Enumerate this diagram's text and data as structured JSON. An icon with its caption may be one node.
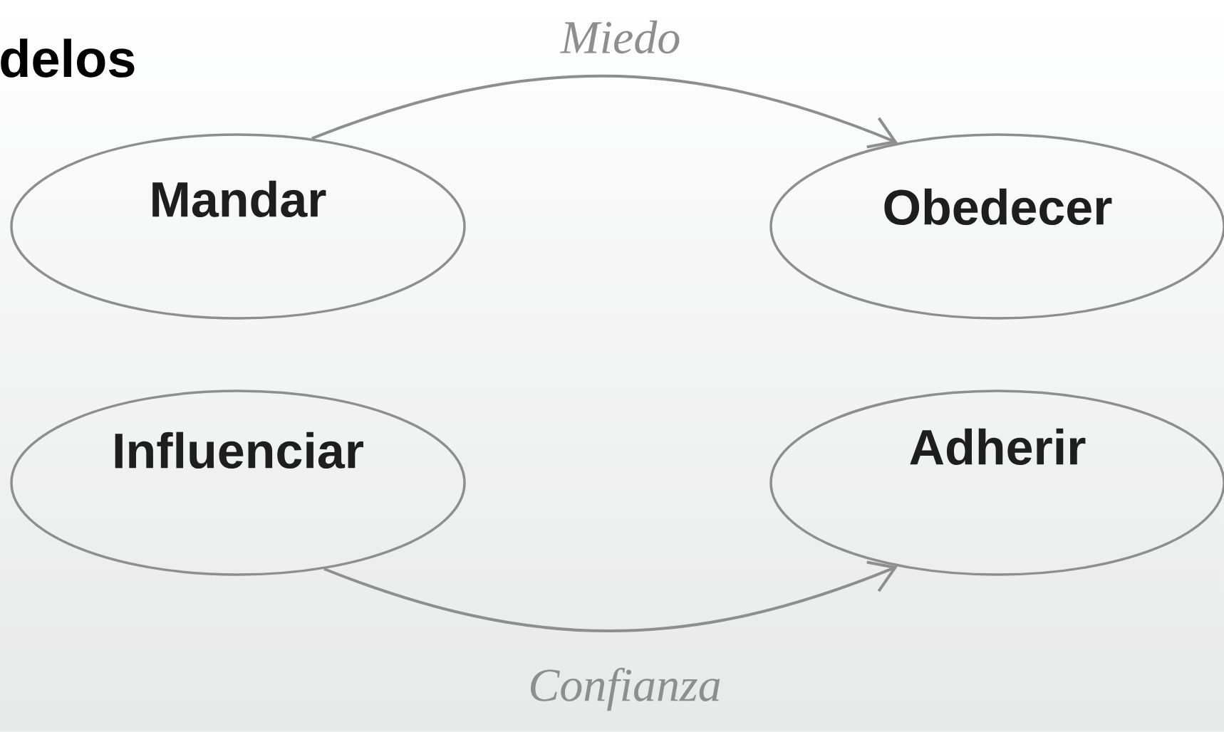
{
  "diagram": {
    "title": "delos",
    "nodes": [
      {
        "text": [
          "Mandar"
        ]
      },
      {
        "text": [
          "Obedecer"
        ]
      },
      {
        "text": [
          "Influenciar"
        ]
      },
      {
        "text": [
          "Adherir"
        ]
      }
    ],
    "edges": [
      {
        "from": 0,
        "to": 1,
        "arrow": "to",
        "label": "Miedo"
      },
      {
        "from": 2,
        "to": 3,
        "arrow": "to",
        "label": "Confianza"
      }
    ]
  }
}
